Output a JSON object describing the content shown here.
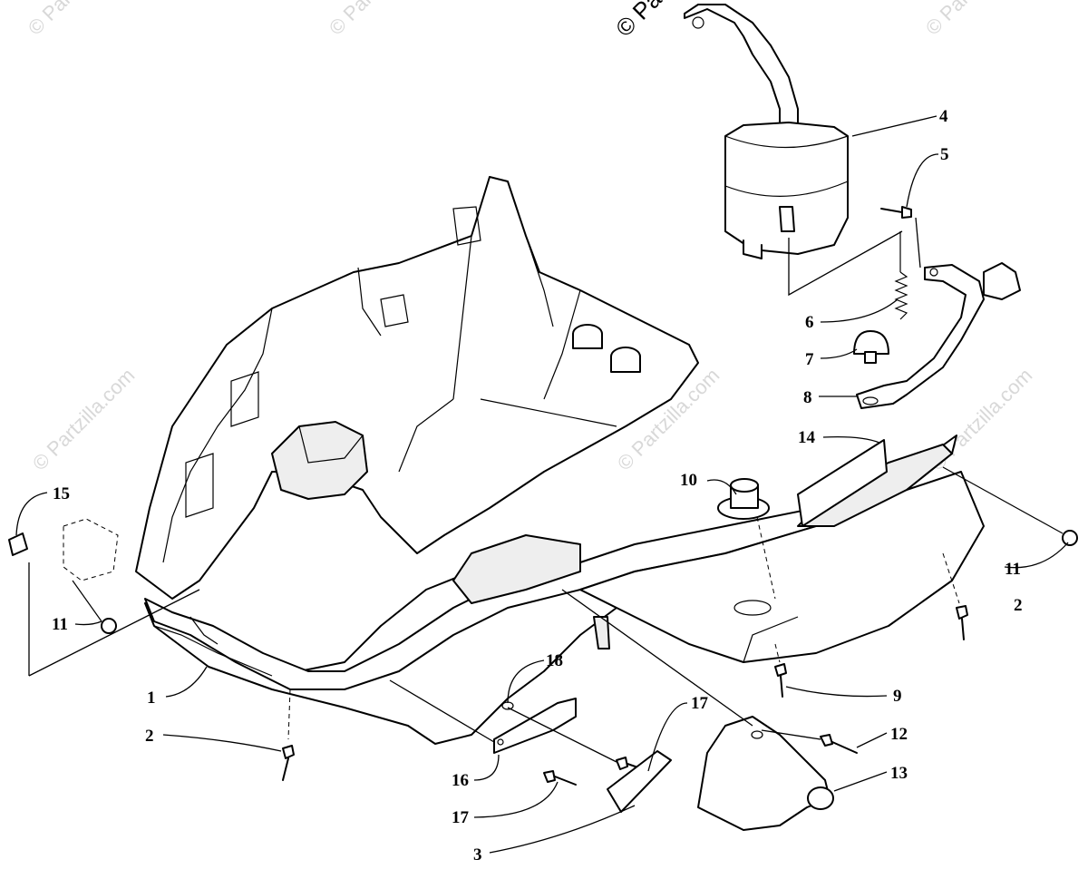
{
  "copyright_text": "© Pa",
  "watermark_text": "© Partzilla.com",
  "callouts": [
    {
      "id": "c1",
      "label": "1"
    },
    {
      "id": "c2a",
      "label": "2"
    },
    {
      "id": "c2b",
      "label": "2"
    },
    {
      "id": "c3",
      "label": "3"
    },
    {
      "id": "c4",
      "label": "4"
    },
    {
      "id": "c5",
      "label": "5"
    },
    {
      "id": "c6",
      "label": "6"
    },
    {
      "id": "c7",
      "label": "7"
    },
    {
      "id": "c8",
      "label": "8"
    },
    {
      "id": "c9",
      "label": "9"
    },
    {
      "id": "c10",
      "label": "10"
    },
    {
      "id": "c11a",
      "label": "11"
    },
    {
      "id": "c11b",
      "label": "11"
    },
    {
      "id": "c12",
      "label": "12"
    },
    {
      "id": "c13",
      "label": "13"
    },
    {
      "id": "c14",
      "label": "14"
    },
    {
      "id": "c15",
      "label": "15"
    },
    {
      "id": "c16",
      "label": "16"
    },
    {
      "id": "c17a",
      "label": "17"
    },
    {
      "id": "c17b",
      "label": "17"
    },
    {
      "id": "c18",
      "label": "18"
    }
  ]
}
